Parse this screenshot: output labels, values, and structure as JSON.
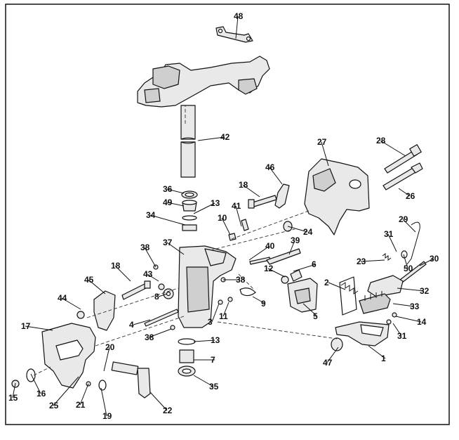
{
  "callouts": [
    {
      "id": "48",
      "text": "48",
      "target": [
        336,
        55
      ]
    },
    {
      "id": "42",
      "text": "42",
      "target": [
        282,
        200
      ]
    },
    {
      "id": "36",
      "text": "36",
      "target": [
        262,
        275
      ]
    },
    {
      "id": "49",
      "text": "49",
      "target": [
        262,
        293
      ]
    },
    {
      "id": "13a",
      "text": "13",
      "target": [
        276,
        304
      ]
    },
    {
      "id": "34",
      "text": "34",
      "target": [
        264,
        320
      ]
    },
    {
      "id": "27",
      "text": "27",
      "target": [
        468,
        236
      ]
    },
    {
      "id": "28",
      "text": "28",
      "target": [
        578,
        222
      ]
    },
    {
      "id": "46",
      "text": "46",
      "target": [
        402,
        262
      ]
    },
    {
      "id": "18a",
      "text": "18",
      "target": [
        370,
        280
      ]
    },
    {
      "id": "41",
      "text": "41",
      "target": [
        344,
        322
      ]
    },
    {
      "id": "10",
      "text": "10",
      "target": [
        328,
        334
      ]
    },
    {
      "id": "24",
      "text": "24",
      "target": [
        410,
        322
      ]
    },
    {
      "id": "26",
      "text": "26",
      "target": [
        568,
        268
      ]
    },
    {
      "id": "29",
      "text": "29",
      "target": [
        592,
        330
      ]
    },
    {
      "id": "31a",
      "text": "31",
      "target": [
        565,
        358
      ]
    },
    {
      "id": "38a",
      "text": "38",
      "target": [
        222,
        380
      ]
    },
    {
      "id": "37",
      "text": "37",
      "target": [
        262,
        362
      ]
    },
    {
      "id": "40",
      "text": "40",
      "target": [
        355,
        370
      ]
    },
    {
      "id": "39",
      "text": "39",
      "target": [
        412,
        362
      ]
    },
    {
      "id": "23",
      "text": "23",
      "target": [
        548,
        370
      ]
    },
    {
      "id": "50",
      "text": "50",
      "target": [
        575,
        362
      ]
    },
    {
      "id": "30",
      "text": "30",
      "target": [
        598,
        378
      ]
    },
    {
      "id": "18b",
      "text": "18",
      "target": [
        186,
        400
      ]
    },
    {
      "id": "43",
      "text": "43",
      "target": [
        226,
        400
      ]
    },
    {
      "id": "12",
      "text": "12",
      "target": [
        406,
        394
      ]
    },
    {
      "id": "6",
      "text": "6",
      "target": [
        418,
        386
      ]
    },
    {
      "id": "45",
      "text": "45",
      "target": [
        150,
        418
      ]
    },
    {
      "id": "8",
      "text": "8",
      "target": [
        238,
        418
      ]
    },
    {
      "id": "38b",
      "text": "38",
      "target": [
        318,
        398
      ]
    },
    {
      "id": "2",
      "text": "2",
      "target": [
        492,
        412
      ]
    },
    {
      "id": "32",
      "text": "32",
      "target": [
        566,
        410
      ]
    },
    {
      "id": "44",
      "text": "44",
      "target": [
        115,
        440
      ]
    },
    {
      "id": "9",
      "text": "9",
      "target": [
        360,
        422
      ]
    },
    {
      "id": "33",
      "text": "33",
      "target": [
        560,
        432
      ]
    },
    {
      "id": "3",
      "text": "3",
      "target": [
        312,
        432
      ]
    },
    {
      "id": "11",
      "text": "11",
      "target": [
        326,
        430
      ]
    },
    {
      "id": "5",
      "text": "5",
      "target": [
        432,
        432
      ]
    },
    {
      "id": "14",
      "text": "14",
      "target": [
        564,
        450
      ]
    },
    {
      "id": "4",
      "text": "4",
      "target": [
        214,
        455
      ]
    },
    {
      "id": "17",
      "text": "17",
      "target": [
        75,
        470
      ]
    },
    {
      "id": "38c",
      "text": "38",
      "target": [
        244,
        468
      ]
    },
    {
      "id": "31b",
      "text": "31",
      "target": [
        560,
        460
      ]
    },
    {
      "id": "13b",
      "text": "13",
      "target": [
        276,
        486
      ]
    },
    {
      "id": "20",
      "text": "20",
      "target": [
        148,
        528
      ]
    },
    {
      "id": "7",
      "text": "7",
      "target": [
        276,
        512
      ]
    },
    {
      "id": "47",
      "text": "47",
      "target": [
        482,
        494
      ]
    },
    {
      "id": "1",
      "text": "1",
      "target": [
        525,
        492
      ]
    },
    {
      "id": "35",
      "text": "35",
      "target": [
        276,
        534
      ]
    },
    {
      "id": "15",
      "text": "15",
      "target": [
        22,
        545
      ]
    },
    {
      "id": "16",
      "text": "16",
      "target": [
        44,
        532
      ]
    },
    {
      "id": "25",
      "text": "25",
      "target": [
        112,
        536
      ]
    },
    {
      "id": "21",
      "text": "21",
      "target": [
        126,
        546
      ]
    },
    {
      "id": "19",
      "text": "19",
      "target": [
        144,
        552
      ]
    },
    {
      "id": "22",
      "text": "22",
      "target": [
        214,
        558
      ]
    }
  ]
}
